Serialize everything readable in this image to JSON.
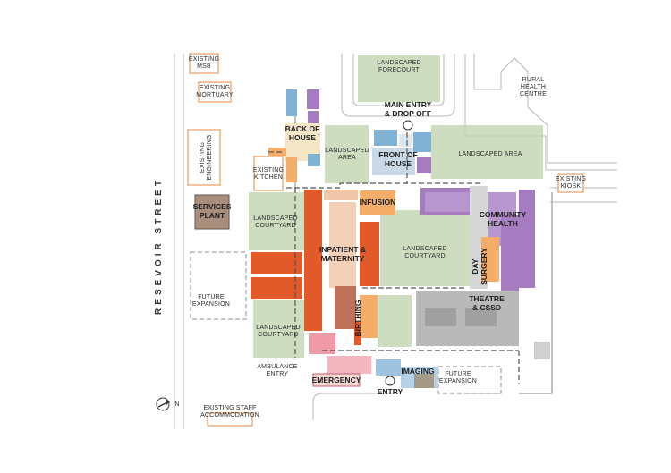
{
  "street": "RESEVOIR STREET",
  "landscape_labels": {
    "forecourt": "LANDSCAPED\nFORECOURT",
    "area_left": "LANDSCAPED\nAREA",
    "area_right": "LANDSCAPED AREA",
    "courtyard_upper_left": "LANDSCAPED\nCOURTYARD",
    "courtyard_center": "LANDSCAPED\nCOURTYARD",
    "courtyard_lower_left": "LANDSCAPED\nCOURTYARD"
  },
  "existing_labels": {
    "msb": "EXISTING\nMSB",
    "mortuary": "EXISTING\nMORTUARY",
    "engineering": "EXISTING\nENGINEERING",
    "kitchen": "EXISTING\nKITCHEN",
    "kiosk": "EXISTING\nKIOSK",
    "staff": "EXISTING STAFF\nACCOMMODATION",
    "rural": "RURAL\nHEALTH\nCENTRE"
  },
  "zone_labels": {
    "services_plant": "SERVICES\nPLANT",
    "back_of_house": "BACK OF\nHOUSE",
    "front_of_house": "FRONT OF\nHOUSE",
    "infusion": "INFUSION",
    "community_health": "COMMUNITY\nHEALTH",
    "inpatient": "INPATIENT &\nMATERNITY",
    "day_surgery": "DAY\nSURGERY",
    "theatre": "THEATRE\n& CSSD",
    "birthing": "BIRTHING",
    "emergency": "EMERGENCY",
    "imaging": "IMAGING"
  },
  "access_labels": {
    "main_entry": "MAIN ENTRY\n& DROP OFF",
    "ambulance": "AMBULANCE\nENTRY",
    "entry": "ENTRY",
    "future_left": "FUTURE\nEXPANSION",
    "future_right": "FUTURE\nEXPANSION"
  },
  "north_label": "N",
  "colors": {
    "landscape": "#c6d6b4",
    "inpatient": "#e2592a",
    "birthing": "#e2592a",
    "infusion": "#f5ad6a",
    "community": "#a57cc0",
    "front_of_house": "#7fb2d4",
    "theatre": "#b9b9b9",
    "emergency": "#ee9aa7",
    "imaging": "#a59a86",
    "services_plant": "#a88e7c"
  }
}
